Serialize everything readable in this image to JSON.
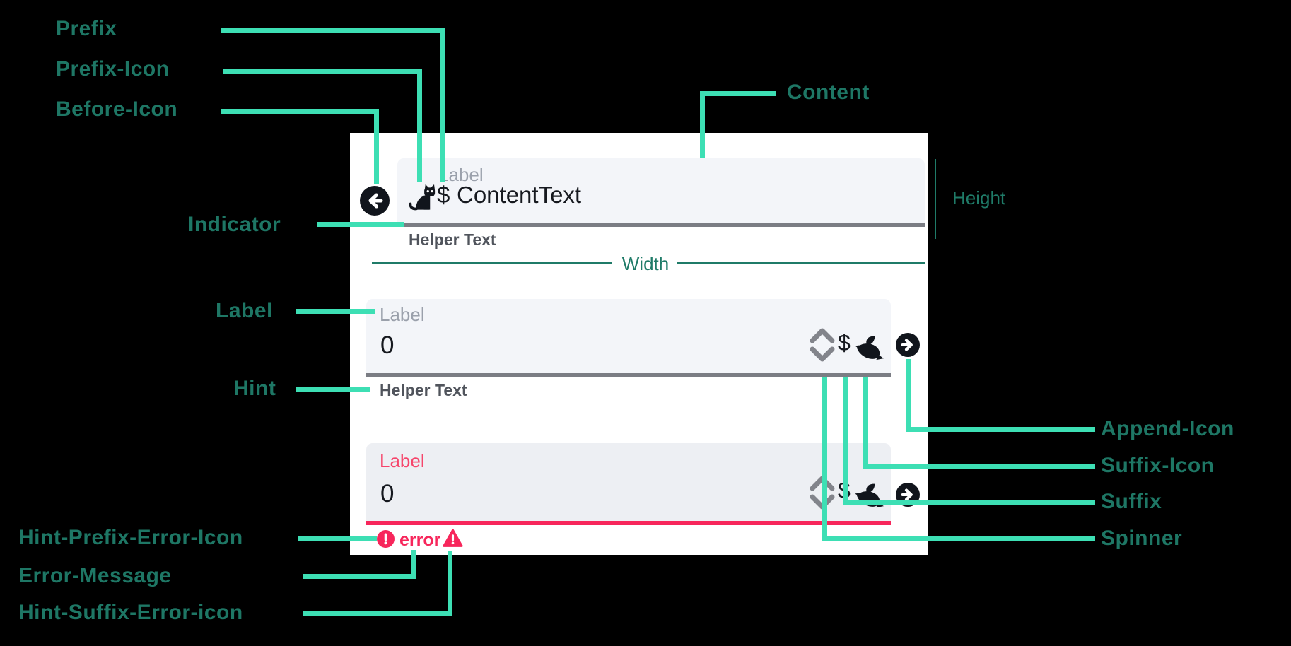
{
  "diagram_title": "Text field anatomy diagram",
  "colors": {
    "background": "#000000",
    "card": "#ffffff",
    "connector": "#3DDFB4",
    "callout_text": "#1E7765",
    "measure": "#1F7B68",
    "field_background": "#F3F5F9",
    "error_field_background": "#EDEFF3",
    "indicator": "#7B7D84",
    "error": "#F7265B",
    "error_label": "#F6456B",
    "label_gray": "#9AA0AB",
    "helper_text": "#50545C",
    "content_text": "#16191F",
    "icon_black": "#11151C",
    "spinner_gray": "#82848B"
  },
  "callouts": {
    "prefix": "Prefix",
    "prefix_icon": "Prefix-Icon",
    "before_icon": "Before-Icon",
    "content": "Content",
    "indicator": "Indicator",
    "label": "Label",
    "hint": "Hint",
    "hint_prefix_error_icon": "Hint-Prefix-Error-Icon",
    "error_message": "Error-Message",
    "hint_suffix_error_icon": "Hint-Suffix-Error-icon",
    "append_icon": "Append-Icon",
    "suffix_icon": "Suffix-Icon",
    "suffix": "Suffix",
    "spinner": "Spinner"
  },
  "measures": {
    "width_label": "Width",
    "height_label": "Height"
  },
  "fields": {
    "text_field": {
      "label": "Label",
      "prefix": "$",
      "content": "ContentText",
      "helper": "Helper Text",
      "before_icon": "arrow-left-circle-icon",
      "prefix_icon": "cat-icon"
    },
    "number_field": {
      "label": "Label",
      "value": "0",
      "suffix": "$",
      "helper": "Helper Text",
      "spinner_icon": "spinner-chevrons-icon",
      "suffix_icon": "bird-icon",
      "append_icon": "arrow-right-circle-icon"
    },
    "error_field": {
      "label": "Label",
      "value": "0",
      "suffix": "$",
      "error_message": "error",
      "hint_prefix_icon": "exclamation-circle-icon",
      "hint_suffix_icon": "warning-triangle-icon",
      "spinner_icon": "spinner-chevrons-icon",
      "suffix_icon": "bird-icon",
      "append_icon": "arrow-right-circle-icon"
    }
  }
}
